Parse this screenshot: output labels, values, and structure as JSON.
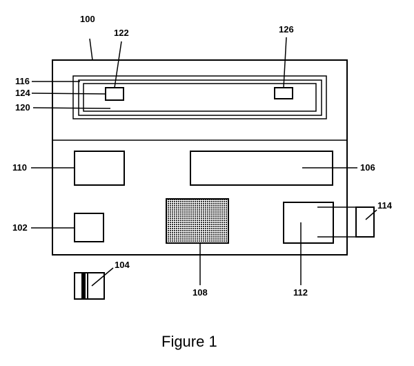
{
  "figure": {
    "caption": "Figure 1",
    "labels": {
      "n100": "100",
      "n102": "102",
      "n104": "104",
      "n106": "106",
      "n108": "108",
      "n110": "110",
      "n112": "112",
      "n114": "114",
      "n116": "116",
      "n120": "120",
      "n122": "122",
      "n124": "124",
      "n126": "126"
    },
    "colors": {
      "line": "#000000",
      "background": "#ffffff"
    }
  }
}
